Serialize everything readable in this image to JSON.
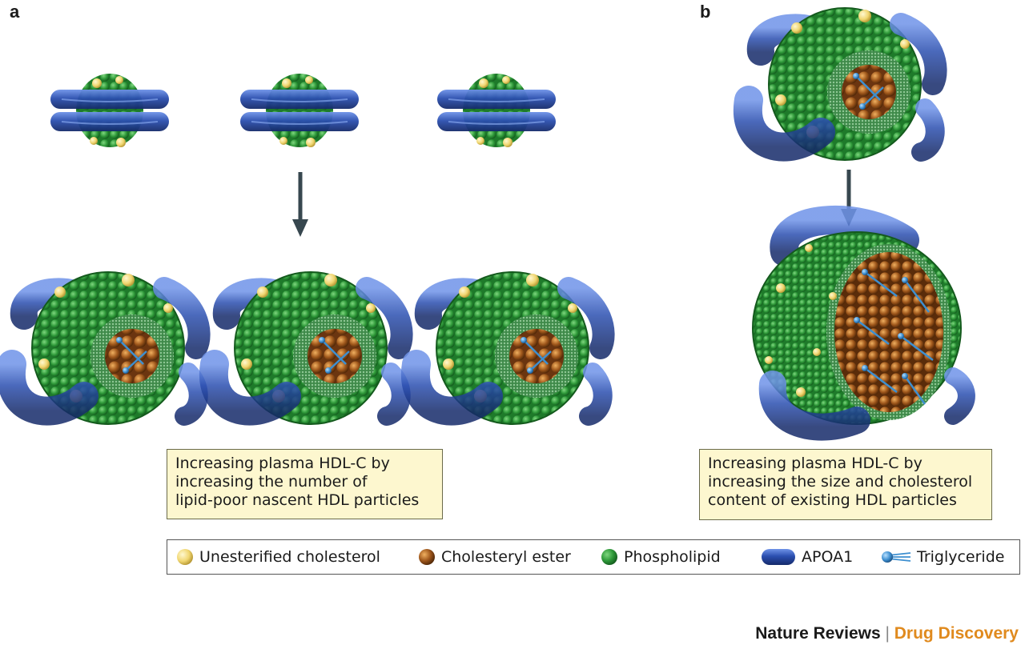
{
  "panels": {
    "a": "a",
    "b": "b"
  },
  "callouts": {
    "a": [
      "Increasing plasma HDL-C by",
      "increasing the number of",
      "lipid-poor nascent HDL particles"
    ],
    "b": [
      "Increasing plasma HDL-C by",
      "increasing the size and cholesterol",
      "content of existing HDL particles"
    ]
  },
  "legend": [
    {
      "label": "Unesterified cholesterol",
      "icon": "unesterified-cholesterol-icon",
      "color": "#f3dd7a"
    },
    {
      "label": "Cholesteryl ester",
      "icon": "cholesteryl-ester-icon",
      "color": "#8a4a14"
    },
    {
      "label": "Phospholipid",
      "icon": "phospholipid-icon",
      "color": "#2f9a3a"
    },
    {
      "label": "APOA1",
      "icon": "apoa1-icon",
      "color": "#2b4fb0"
    },
    {
      "label": "Triglyceride",
      "icon": "triglyceride-icon",
      "color": "#3d8fd0"
    }
  ],
  "footer": {
    "journal": "Nature Reviews",
    "separator": " | ",
    "subjournal": "Drug Discovery"
  },
  "colors": {
    "phospholipid": "#2f9a3a",
    "cholesterol": "#f3dd7a",
    "ester": "#a0581c",
    "apoa1": "#2b4fb0",
    "triglyceride": "#3d8fd0",
    "arrow": "#37474f",
    "callout_bg": "#fdf7cf",
    "accent": "#e08a1e"
  }
}
